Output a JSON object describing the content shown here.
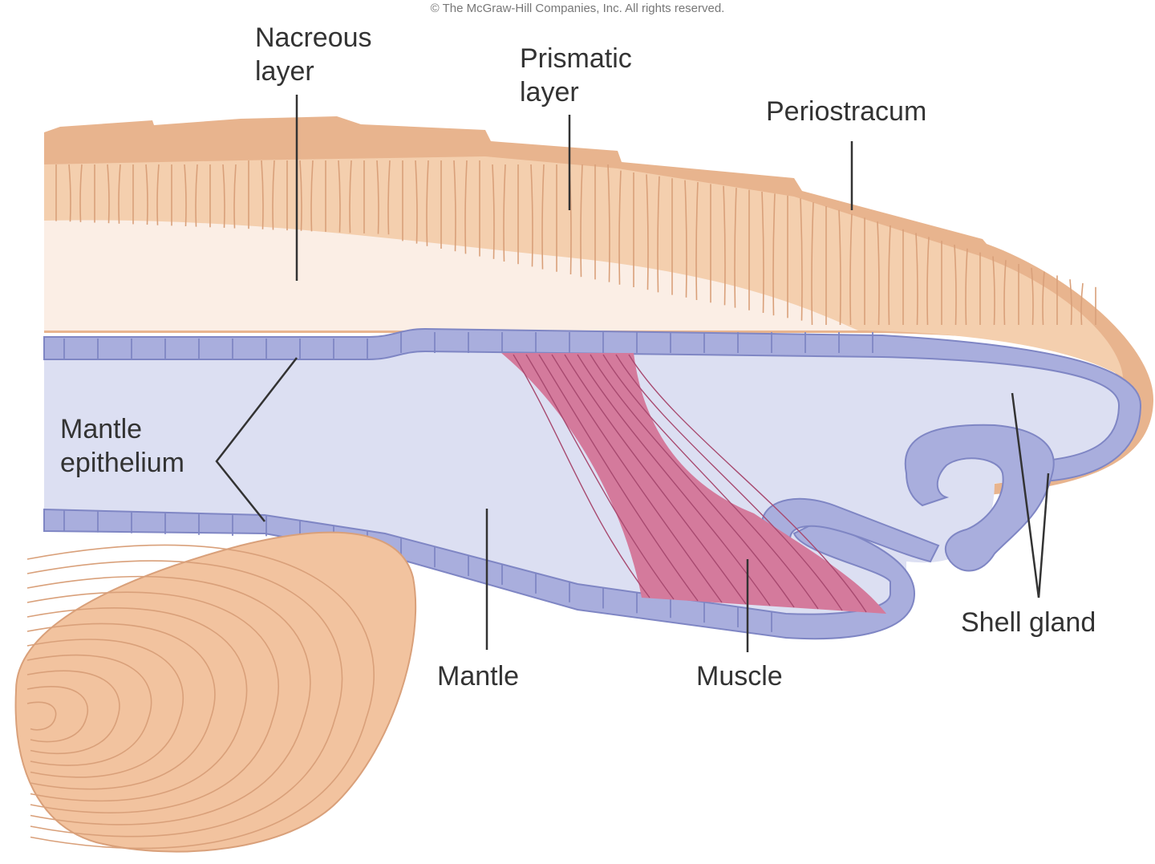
{
  "copyright": "© The McGraw-Hill Companies, Inc. All rights reserved.",
  "labels": {
    "nacreous_line1": "Nacreous",
    "nacreous_line2": "layer",
    "prismatic_line1": "Prismatic",
    "prismatic_line2": "layer",
    "periostracum": "Periostracum",
    "mantle_epithelium_line1": "Mantle",
    "mantle_epithelium_line2": "epithelium",
    "mantle": "Mantle",
    "muscle": "Muscle",
    "shell_gland": "Shell gland"
  },
  "colors": {
    "periostracum": "#e8b48e",
    "prismatic": "#f4cfae",
    "nacreous": "#fbeee5",
    "epithelium": "#a9aedd",
    "mantle": "#dcdff2",
    "muscle": "#d47a9c",
    "clam": "#f2c39f",
    "leader": "#333333"
  }
}
